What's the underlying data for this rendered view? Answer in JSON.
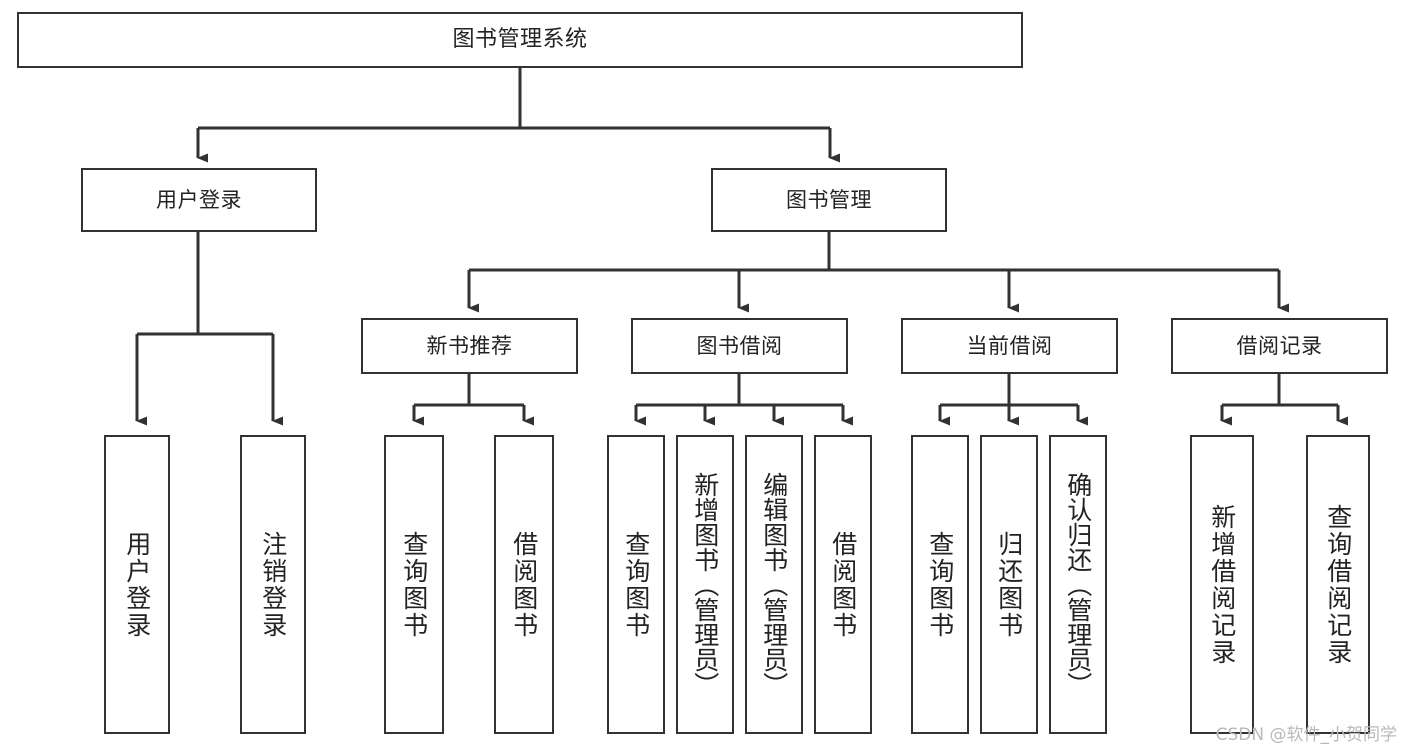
{
  "diagram": {
    "title": "图书管理系统",
    "type": "hierarchy-tree",
    "watermark": "CSDN @软件_小贺同学",
    "colors": {
      "stroke": "#33322f",
      "fill": "#ffffff",
      "text": "#232323",
      "watermark": "#b9b9b9"
    },
    "root": {
      "label": "图书管理系统"
    },
    "level2": [
      {
        "label": "用户登录"
      },
      {
        "label": "图书管理"
      }
    ],
    "level3": [
      {
        "label": "新书推荐"
      },
      {
        "label": "图书借阅"
      },
      {
        "label": "当前借阅"
      },
      {
        "label": "借阅记录"
      }
    ],
    "leaves": {
      "user_login": [
        {
          "label": "用户登录"
        },
        {
          "label": "注销登录"
        }
      ],
      "new_book": [
        {
          "label": "查询图书"
        },
        {
          "label": "借阅图书"
        }
      ],
      "borrow_book": [
        {
          "label": "查询图书"
        },
        {
          "label": "新增图书（管理员）"
        },
        {
          "label": "编辑图书（管理员）"
        },
        {
          "label": "借阅图书"
        }
      ],
      "current_borrow": [
        {
          "label": "查询图书"
        },
        {
          "label": "归还图书"
        },
        {
          "label": "确认归还（管理员）"
        }
      ],
      "borrow_record": [
        {
          "label": "新增借阅记录"
        },
        {
          "label": "查询借阅记录"
        }
      ]
    }
  }
}
